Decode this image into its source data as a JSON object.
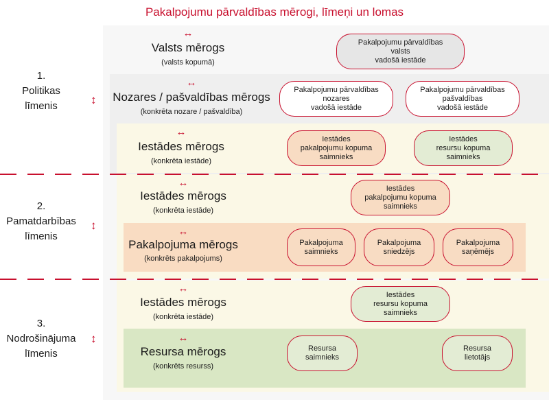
{
  "title": "Pakalpojumu pārvaldības mērogi, līmeņi un lomas",
  "arrow_h": "↔",
  "arrow_v": "↕",
  "levels": [
    {
      "text": "1.\nPolitikas\nlīmenis"
    },
    {
      "text": "2.\nPamatdarbības\nlīmenis"
    },
    {
      "text": "3.\nNodrošinājuma\nlīmenis"
    }
  ],
  "scales": [
    {
      "title": "Valsts mērogs",
      "sub": "(valsts kopumā)"
    },
    {
      "title": "Nozares / pašvaldības mērogs",
      "sub": "(konkrēta nozare / pašvaldība)"
    },
    {
      "title": "Iestādes mērogs",
      "sub": "(konkrēta iestāde)"
    },
    {
      "title": "Iestādes mērogs",
      "sub": "(konkrēta iestāde)"
    },
    {
      "title": "Pakalpojuma mērogs",
      "sub": "(konkrēts pakalpojums)"
    },
    {
      "title": "Iestādes mērogs",
      "sub": "(konkrēta iestāde)"
    },
    {
      "title": "Resursa mērogs",
      "sub": "(konkrēts resurss)"
    }
  ],
  "roles": [
    "Pakalpojumu pārvaldības\nvalsts\nvadošā iestāde",
    "Pakalpojumu pārvaldības\nnozares\nvadošā iestāde",
    "Pakalpojumu pārvaldības\npašvaldības\nvadošā iestāde",
    "Iestādes\npakalpojumu kopuma\nsaimnieks",
    "Iestādes\nresursu kopuma\nsaimnieks",
    "Iestādes\npakalpojumu kopuma\nsaimnieks",
    "Pakalpojuma\nsaimnieks",
    "Pakalpojuma\nsniedzējs",
    "Pakalpojuma\nsaņēmējs",
    "Iestādes\nresursu kopuma\nsaimnieks",
    "Resursa\nsaimnieks",
    "Resursa\nlietotājs"
  ],
  "colors": {
    "accent": "#c8102e",
    "band_outer": "#f7f7f7",
    "band_gray": "#efefef",
    "band_yellow": "#fbf8e6",
    "band_orange": "#f9dcc2",
    "band_green": "#d9e7c4",
    "pill_gray": "#e6e6e6",
    "pill_orange": "#f8dcc3",
    "pill_green": "#e3ecd4"
  }
}
